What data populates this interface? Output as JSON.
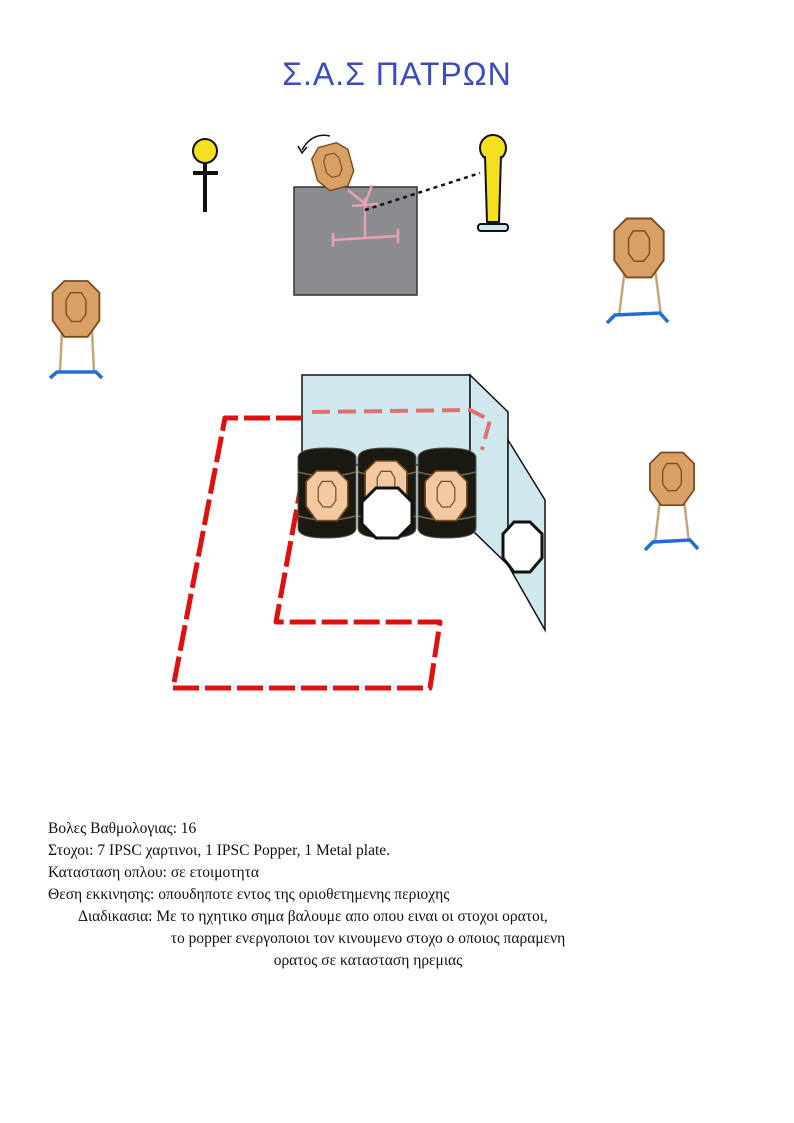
{
  "title": "Σ.Α.Σ ΠΑΤΡΩΝ",
  "colors": {
    "title": "#3b4cc0",
    "fault_line": "#e01010",
    "target_fill": "#d9a066",
    "target_stroke": "#7a4a1c",
    "stand_blue": "#1e6fd9",
    "popper": "#f5e020",
    "barrel": "#1a1a12",
    "wall_fill": "#cfe8ee",
    "grey_box": "#8c8c90"
  },
  "brief": {
    "scoring_label": "Βολες Βαθμολογιας:",
    "scoring_value": "16",
    "targets_label": "Στοχοι:",
    "targets_value": "7 IPSC χαρτινοι, 1 IPSC Popper, 1 Metal plate.",
    "gun_label": "Κατασταση οπλου:",
    "gun_value": "σε ετοιμοτητα",
    "start_label": "Θεση εκκινησης:",
    "start_value": "οπουδηποτε εντος της οριοθετημενης περιοχης",
    "procedure_label": "Διαδικασια:",
    "procedure_line1": "Με το ηχητικο σημα βαλουμε απο οπου ειναι οι στοχοι ορατοι,",
    "procedure_line2": "το popper ενεργοποιοι τον κινουμενο στοχο ο οποιος παραμενη",
    "procedure_line3": "ορατος σε κατασταση ηρεμιας"
  }
}
